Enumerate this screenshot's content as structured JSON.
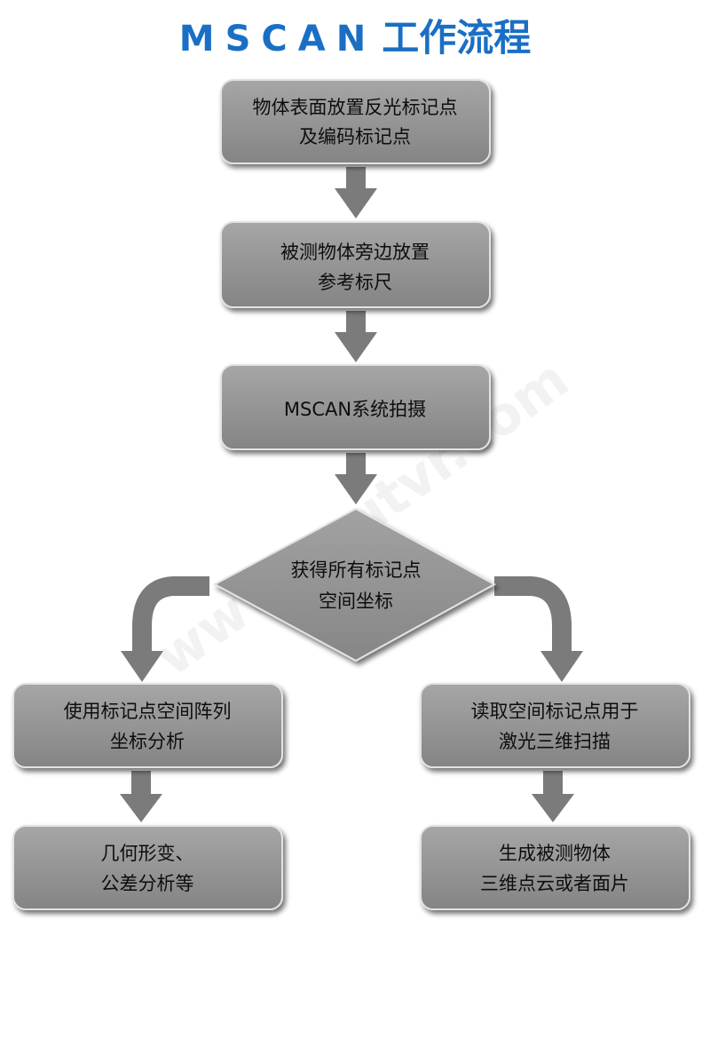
{
  "title": {
    "latin": "MSCAN",
    "cjk": "工作流程"
  },
  "colors": {
    "title": "#1a6fc4",
    "box_fill": "#8e8e8e",
    "box_highlight": "#a8a8a8",
    "box_border": "#e6e6e6",
    "arrow": "#7b7b7b",
    "text": "#111111"
  },
  "nodes": {
    "step1": {
      "line1": "物体表面放置反光标记点",
      "line2": "及编码标记点"
    },
    "step2": {
      "line1": "被测物体旁边放置",
      "line2": "参考标尺"
    },
    "step3": {
      "line1": "MSCAN系统拍摄"
    },
    "decision": {
      "line1": "获得所有标记点",
      "line2": "空间坐标"
    },
    "left1": {
      "line1": "使用标记点空间阵列",
      "line2": "坐标分析"
    },
    "left2": {
      "line1": "几何形变、",
      "line2": "公差分析等"
    },
    "right1": {
      "line1": "读取空间标记点用于",
      "line2": "激光三维扫描"
    },
    "right2": {
      "line1": "生成被测物体",
      "line2": "三维点云或者面片"
    }
  },
  "watermark": "www.soutvr.com"
}
